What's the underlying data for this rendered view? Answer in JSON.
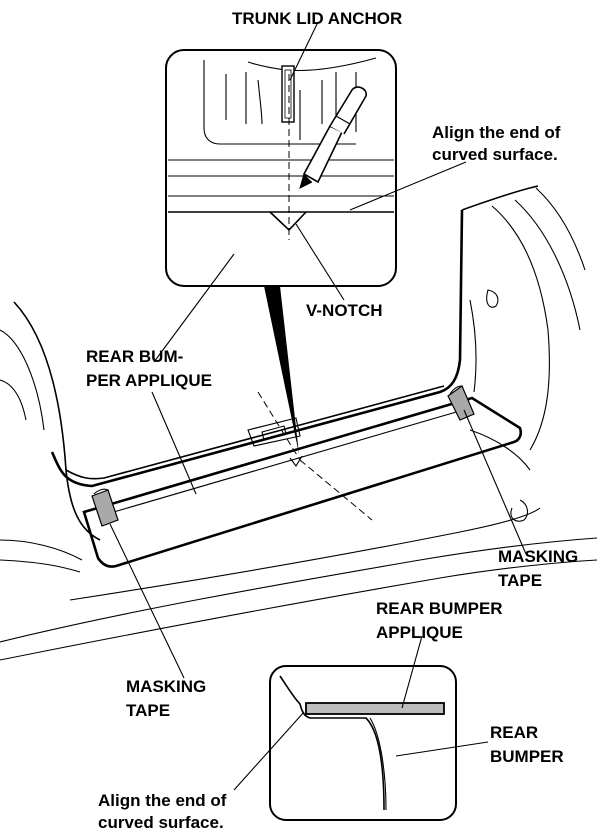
{
  "labels": {
    "trunk_lid_anchor": "TRUNK LID ANCHOR",
    "align_top_1": "Align the end of",
    "align_top_2": "curved surface.",
    "v_notch": "V-NOTCH",
    "rear_bumper_applique_main_1": "REAR BUM-",
    "rear_bumper_applique_main_2": "PER APPLIQUE",
    "masking_tape_right_1": "MASKING",
    "masking_tape_right_2": "TAPE",
    "masking_tape_left_1": "MASKING",
    "masking_tape_left_2": "TAPE",
    "rear_bumper_applique_detail_1": "REAR BUMPER",
    "rear_bumper_applique_detail_2": "APPLIQUE",
    "rear_bumper_1": "REAR",
    "rear_bumper_2": "BUMPER",
    "align_bottom_1": "Align the end of",
    "align_bottom_2": "curved surface."
  },
  "colors": {
    "line": "#000000",
    "background": "#ffffff",
    "applique_fill": "#bdbdbd",
    "tape_fill": "#a9a9a9"
  }
}
